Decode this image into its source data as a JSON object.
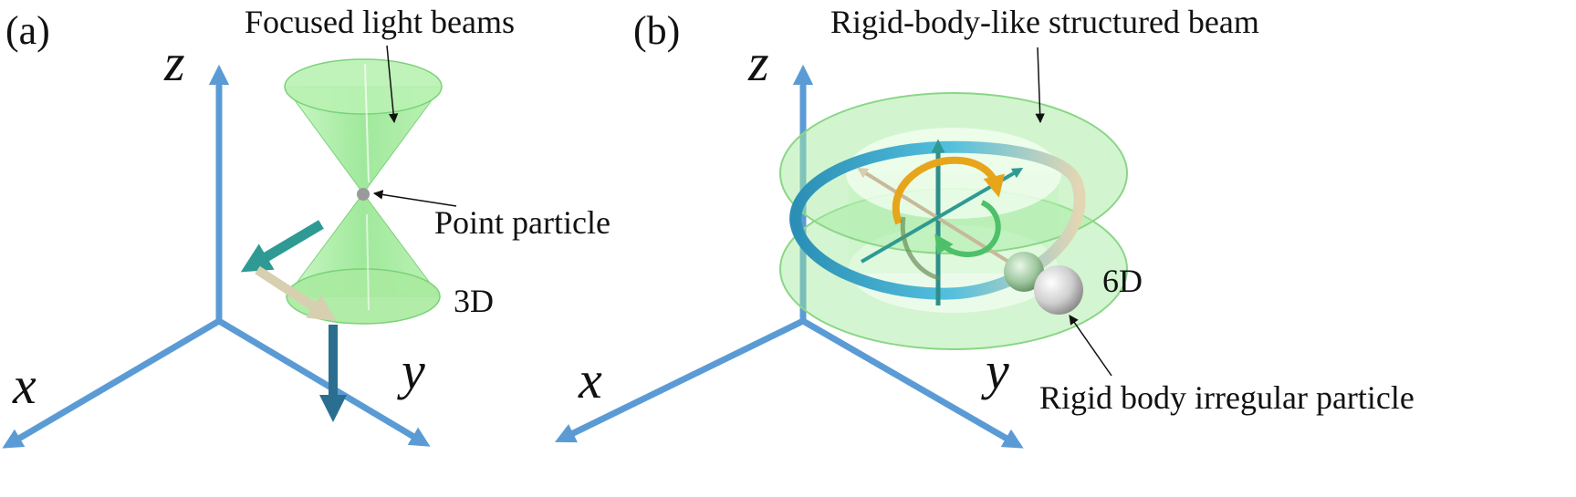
{
  "panels": [
    {
      "label": "(a)",
      "title": "Focused light beams",
      "point_label": "Point particle",
      "dimension": "3D",
      "axes": {
        "x": "x",
        "y": "y",
        "z": "z"
      }
    },
    {
      "label": "(b)",
      "title": "Rigid-body-like structured beam",
      "particle_label": "Rigid body irregular particle",
      "dimension": "6D",
      "axes": {
        "x": "x",
        "y": "y",
        "z": "z"
      }
    }
  ],
  "colors": {
    "axis": "#5b9bd5",
    "beam": "#a8f0a0",
    "beam_edge": "#7ad27a",
    "teal_arrow": "#2e9a93",
    "beige_arrow": "#d8cfb0",
    "blue_arrow": "#2a6f8f",
    "ring_blue": "#3aa6c9",
    "ring_beige": "#e4d6b4",
    "rotation_orange": "#e7a51b",
    "rotation_green": "#4fc06a",
    "particle": "#dcdcdc"
  }
}
